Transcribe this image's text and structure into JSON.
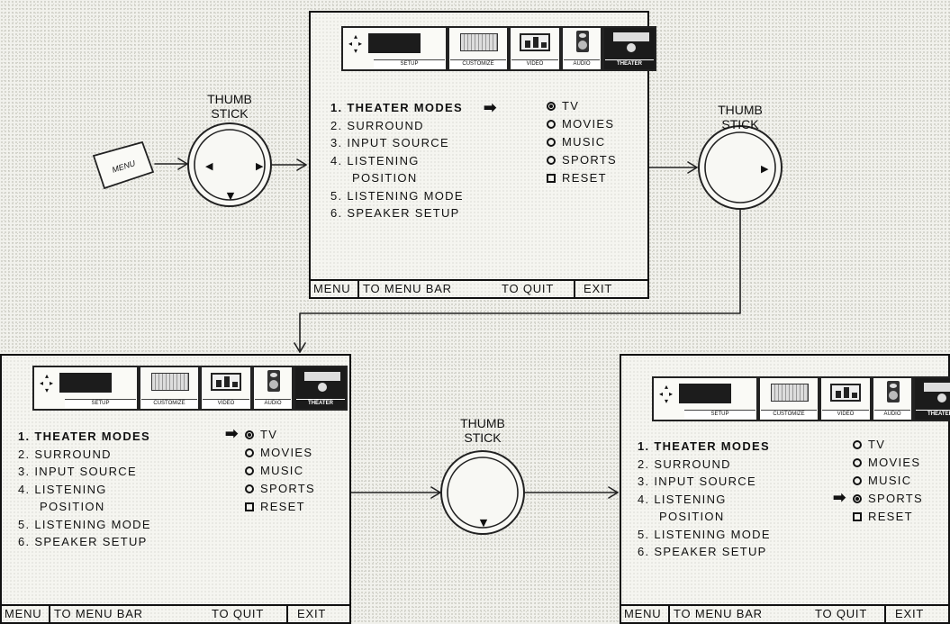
{
  "thumb_stick_label": [
    "THUMB",
    "STICK"
  ],
  "menu_button_label": "MENU",
  "icon_tabs": [
    "SETUP",
    "CUSTOMIZE",
    "VIDEO",
    "AUDIO",
    "THEATER"
  ],
  "menu_items": [
    "1. THEATER MODES",
    "2. SURROUND",
    "3. INPUT SOURCE",
    "4. LISTENING",
    "POSITION",
    "5. LISTENING MODE",
    "6. SPEAKER SETUP"
  ],
  "options": [
    "TV",
    "MOVIES",
    "MUSIC",
    "SPORTS",
    "RESET"
  ],
  "footer": {
    "menu": "MENU",
    "to_menu_bar": "TO MENU BAR",
    "to_quit": "TO QUIT",
    "exit": "EXIT"
  },
  "screens": [
    {
      "pointer_at": "menu",
      "selected_option": "TV"
    },
    {
      "pointer_at": "option",
      "selected_option": "TV"
    },
    {
      "pointer_at": "option",
      "selected_option": "SPORTS"
    }
  ],
  "pointer_glyph": "➡",
  "arrow_glyphs": {
    "up": "▲",
    "down": "▼",
    "left": "◀",
    "right": "▶"
  }
}
